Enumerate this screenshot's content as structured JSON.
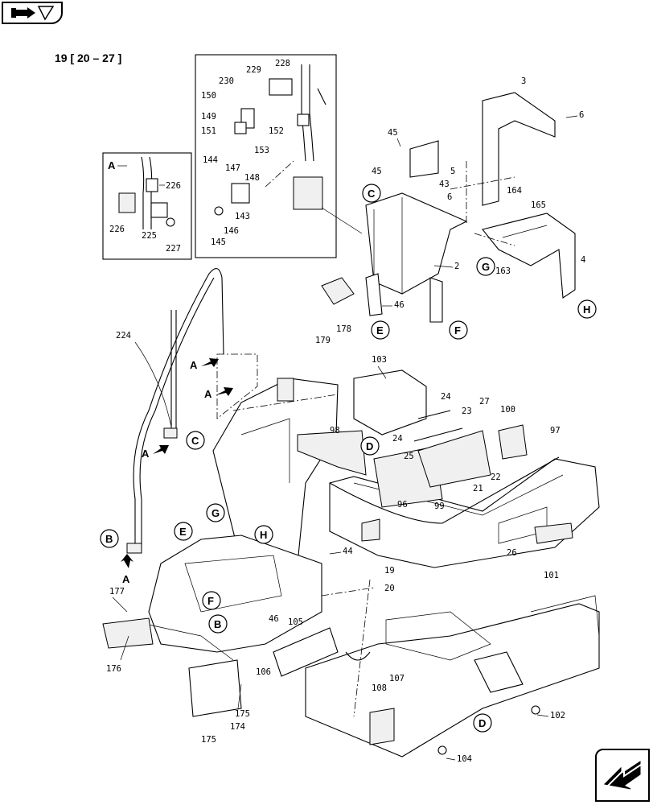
{
  "page_ref": "19 [ 20 – 27 ]",
  "detail_letter": "A",
  "icons": {
    "top": "hand-pointing-icon",
    "bottom": "arrow-down-left-icon"
  },
  "callouts": {
    "c3": "3",
    "c6a": "6",
    "c45a": "45",
    "c45b": "45",
    "c5": "5",
    "c43": "43",
    "c6b": "6",
    "c164": "164",
    "c165": "165",
    "c163": "163",
    "c4": "4",
    "c2": "2",
    "c46a": "46",
    "c178": "178",
    "c179": "179",
    "c224": "224",
    "c103": "103",
    "c24a": "24",
    "c27": "27",
    "c100": "100",
    "c23": "23",
    "c24b": "24",
    "c97": "97",
    "c98": "98",
    "c25": "25",
    "c21": "21",
    "c22": "22",
    "c96": "96",
    "c99": "99",
    "c26": "26",
    "c19": "19",
    "c20": "20",
    "c101": "101",
    "c44": "44",
    "c177": "177",
    "c46b": "46",
    "c105": "105",
    "c176": "176",
    "c106": "106",
    "c107": "107",
    "c108": "108",
    "c102": "102",
    "c175a": "175",
    "c174": "174",
    "c175b": "175",
    "c104": "104",
    "c229": "229",
    "c228": "228",
    "c230": "230",
    "c150": "150",
    "c149": "149",
    "c151": "151",
    "c152": "152",
    "c153": "153",
    "c144": "144",
    "c147": "147",
    "c148": "148",
    "c143": "143",
    "c146": "146",
    "c145": "145",
    "c226a": "226",
    "c226b": "226",
    "c225": "225",
    "c227": "227"
  },
  "bubbles": {
    "bC1": "C",
    "bG1": "G",
    "bH1": "H",
    "bE1": "E",
    "bF1": "F",
    "bC2": "C",
    "bB1": "B",
    "bD1": "D",
    "bG2": "G",
    "bE2": "E",
    "bH2": "H",
    "bF2": "F",
    "bB2": "B",
    "bD2": "D"
  },
  "view_arrows": {
    "a1": "A",
    "a2": "A",
    "a3": "A",
    "a4": "A"
  }
}
